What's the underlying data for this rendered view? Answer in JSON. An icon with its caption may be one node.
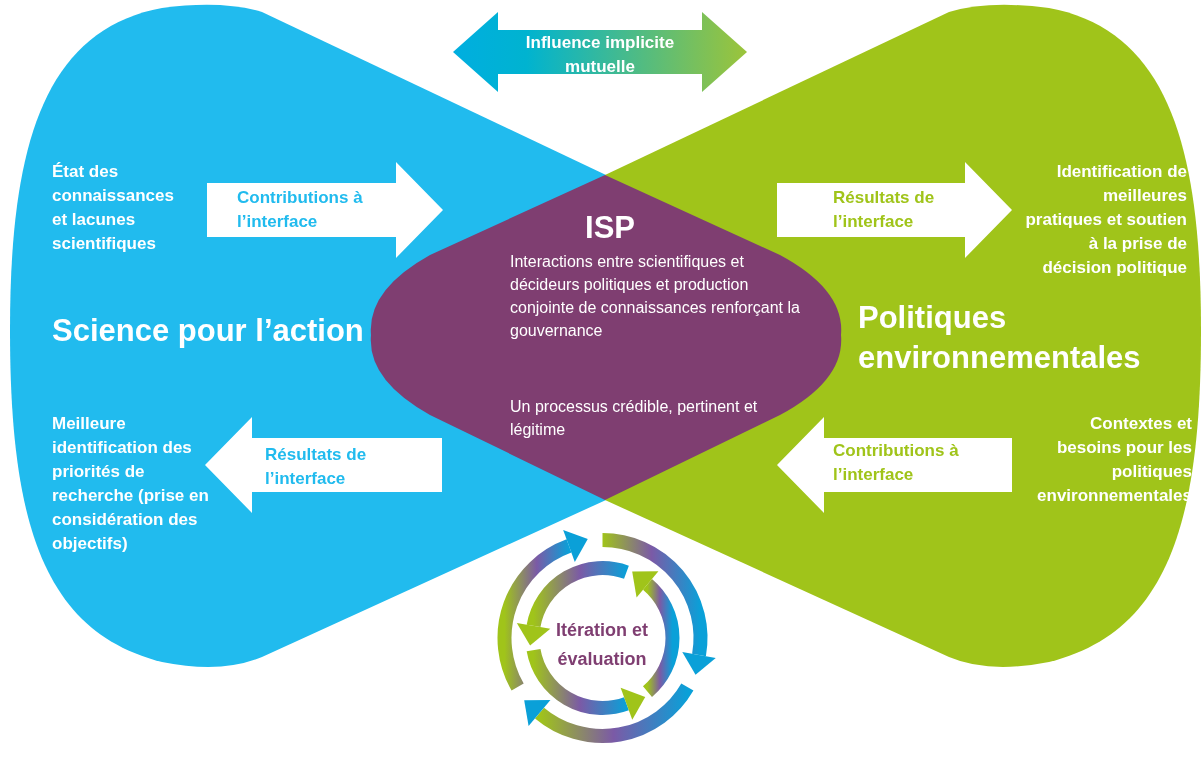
{
  "diagram": {
    "nodes": [
      {
        "text": [
          "Science pour l’action"
        ]
      },
      {
        "text": [
          "Politiques environnementales"
        ]
      },
      {
        "text": [
          "ISP",
          "Interactions entre scientifiques et décideurs politiques et production conjointe de connaissances renforçant la gouvernance",
          "Un processus crédible, pertinent et légitime"
        ]
      },
      {
        "text": [
          "État des connaissances et lacunes scientifiques"
        ],
        "in": 0
      },
      {
        "text": [
          "Meilleure identification des priorités de recherche (prise en considération des objectifs)"
        ],
        "in": 0
      },
      {
        "text": [
          "Identification de meilleures pratiques et soutien à la prise de décision politique"
        ],
        "in": 1
      },
      {
        "text": [
          "Contextes et besoins pour les politiques environnementales"
        ],
        "in": 1
      },
      {
        "text": [
          "Itération et évaluation"
        ]
      }
    ],
    "edges": [
      {
        "from": 3,
        "to": 2,
        "arrow": "to",
        "label": "Contributions à l’interface"
      },
      {
        "from": 2,
        "to": 5,
        "arrow": "to",
        "label": "Résultats de l’interface"
      },
      {
        "from": 2,
        "to": 4,
        "arrow": "to",
        "label": "Résultats de l’interface"
      },
      {
        "from": 6,
        "to": 2,
        "arrow": "to",
        "label": "Contributions à l’interface"
      },
      {
        "from": 0,
        "to": 1,
        "arrow": "both",
        "label": "Influence implicite mutuelle"
      }
    ]
  }
}
